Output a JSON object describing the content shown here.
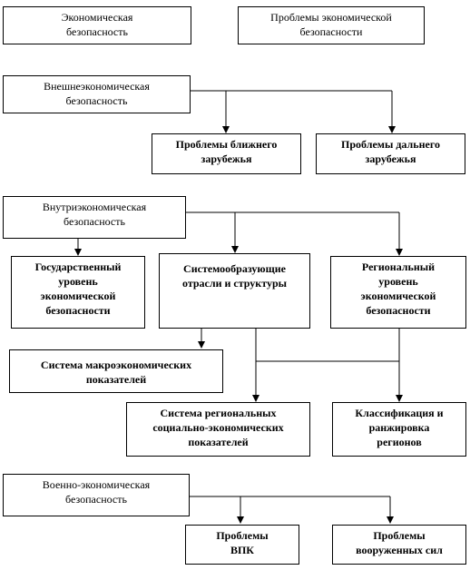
{
  "top": {
    "economic_security": "Экономическая\nбезопасность",
    "economic_security_problems": "Проблемы экономической\nбезопасности"
  },
  "foreign": {
    "title": "Внешнеэкономическая\nбезопасность",
    "near_abroad": "Проблемы ближнего\nзарубежья",
    "far_abroad": "Проблемы дальнего\nзарубежья"
  },
  "domestic": {
    "title": "Внутриэкономическая\nбезопасность",
    "state_level": "Государственный\nуровень\nэкономической\nбезопасности",
    "system_sectors": "Системообразующие\nотрасли и структуры",
    "regional_level": "Региональный\nуровень\nэкономической\nбезопасности",
    "macro_indicators": "Система макроэкономических\nпоказателей",
    "regional_indicators": "Система региональных\nсоциально-экономических\nпоказателей",
    "classification": "Классификация и\nранжировка\nрегионов"
  },
  "military": {
    "title": "Военно-экономическая\nбезопасность",
    "vpk": "Проблемы\nВПК",
    "armed_forces": "Проблемы\nвооруженных сил"
  },
  "style": {
    "line_color": "#000000",
    "box_border": "#000000",
    "background": "#ffffff"
  }
}
